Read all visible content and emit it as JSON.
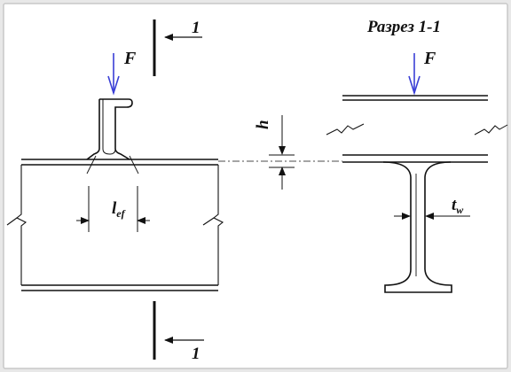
{
  "labels": {
    "section_title": "Разрез 1-1",
    "section_mark_top": "1",
    "section_mark_bottom": "1",
    "force_left": "F",
    "force_right": "F",
    "h_main": "h",
    "lef_main": "l",
    "lef_sub": "ef",
    "tw_main": "t",
    "tw_sub": "w"
  },
  "colors": {
    "background": "#e8e8e8",
    "panel": "#ffffff",
    "panel_border": "#c8c8c8",
    "line": "#111111",
    "force_arrow": "#3a3fd6"
  }
}
